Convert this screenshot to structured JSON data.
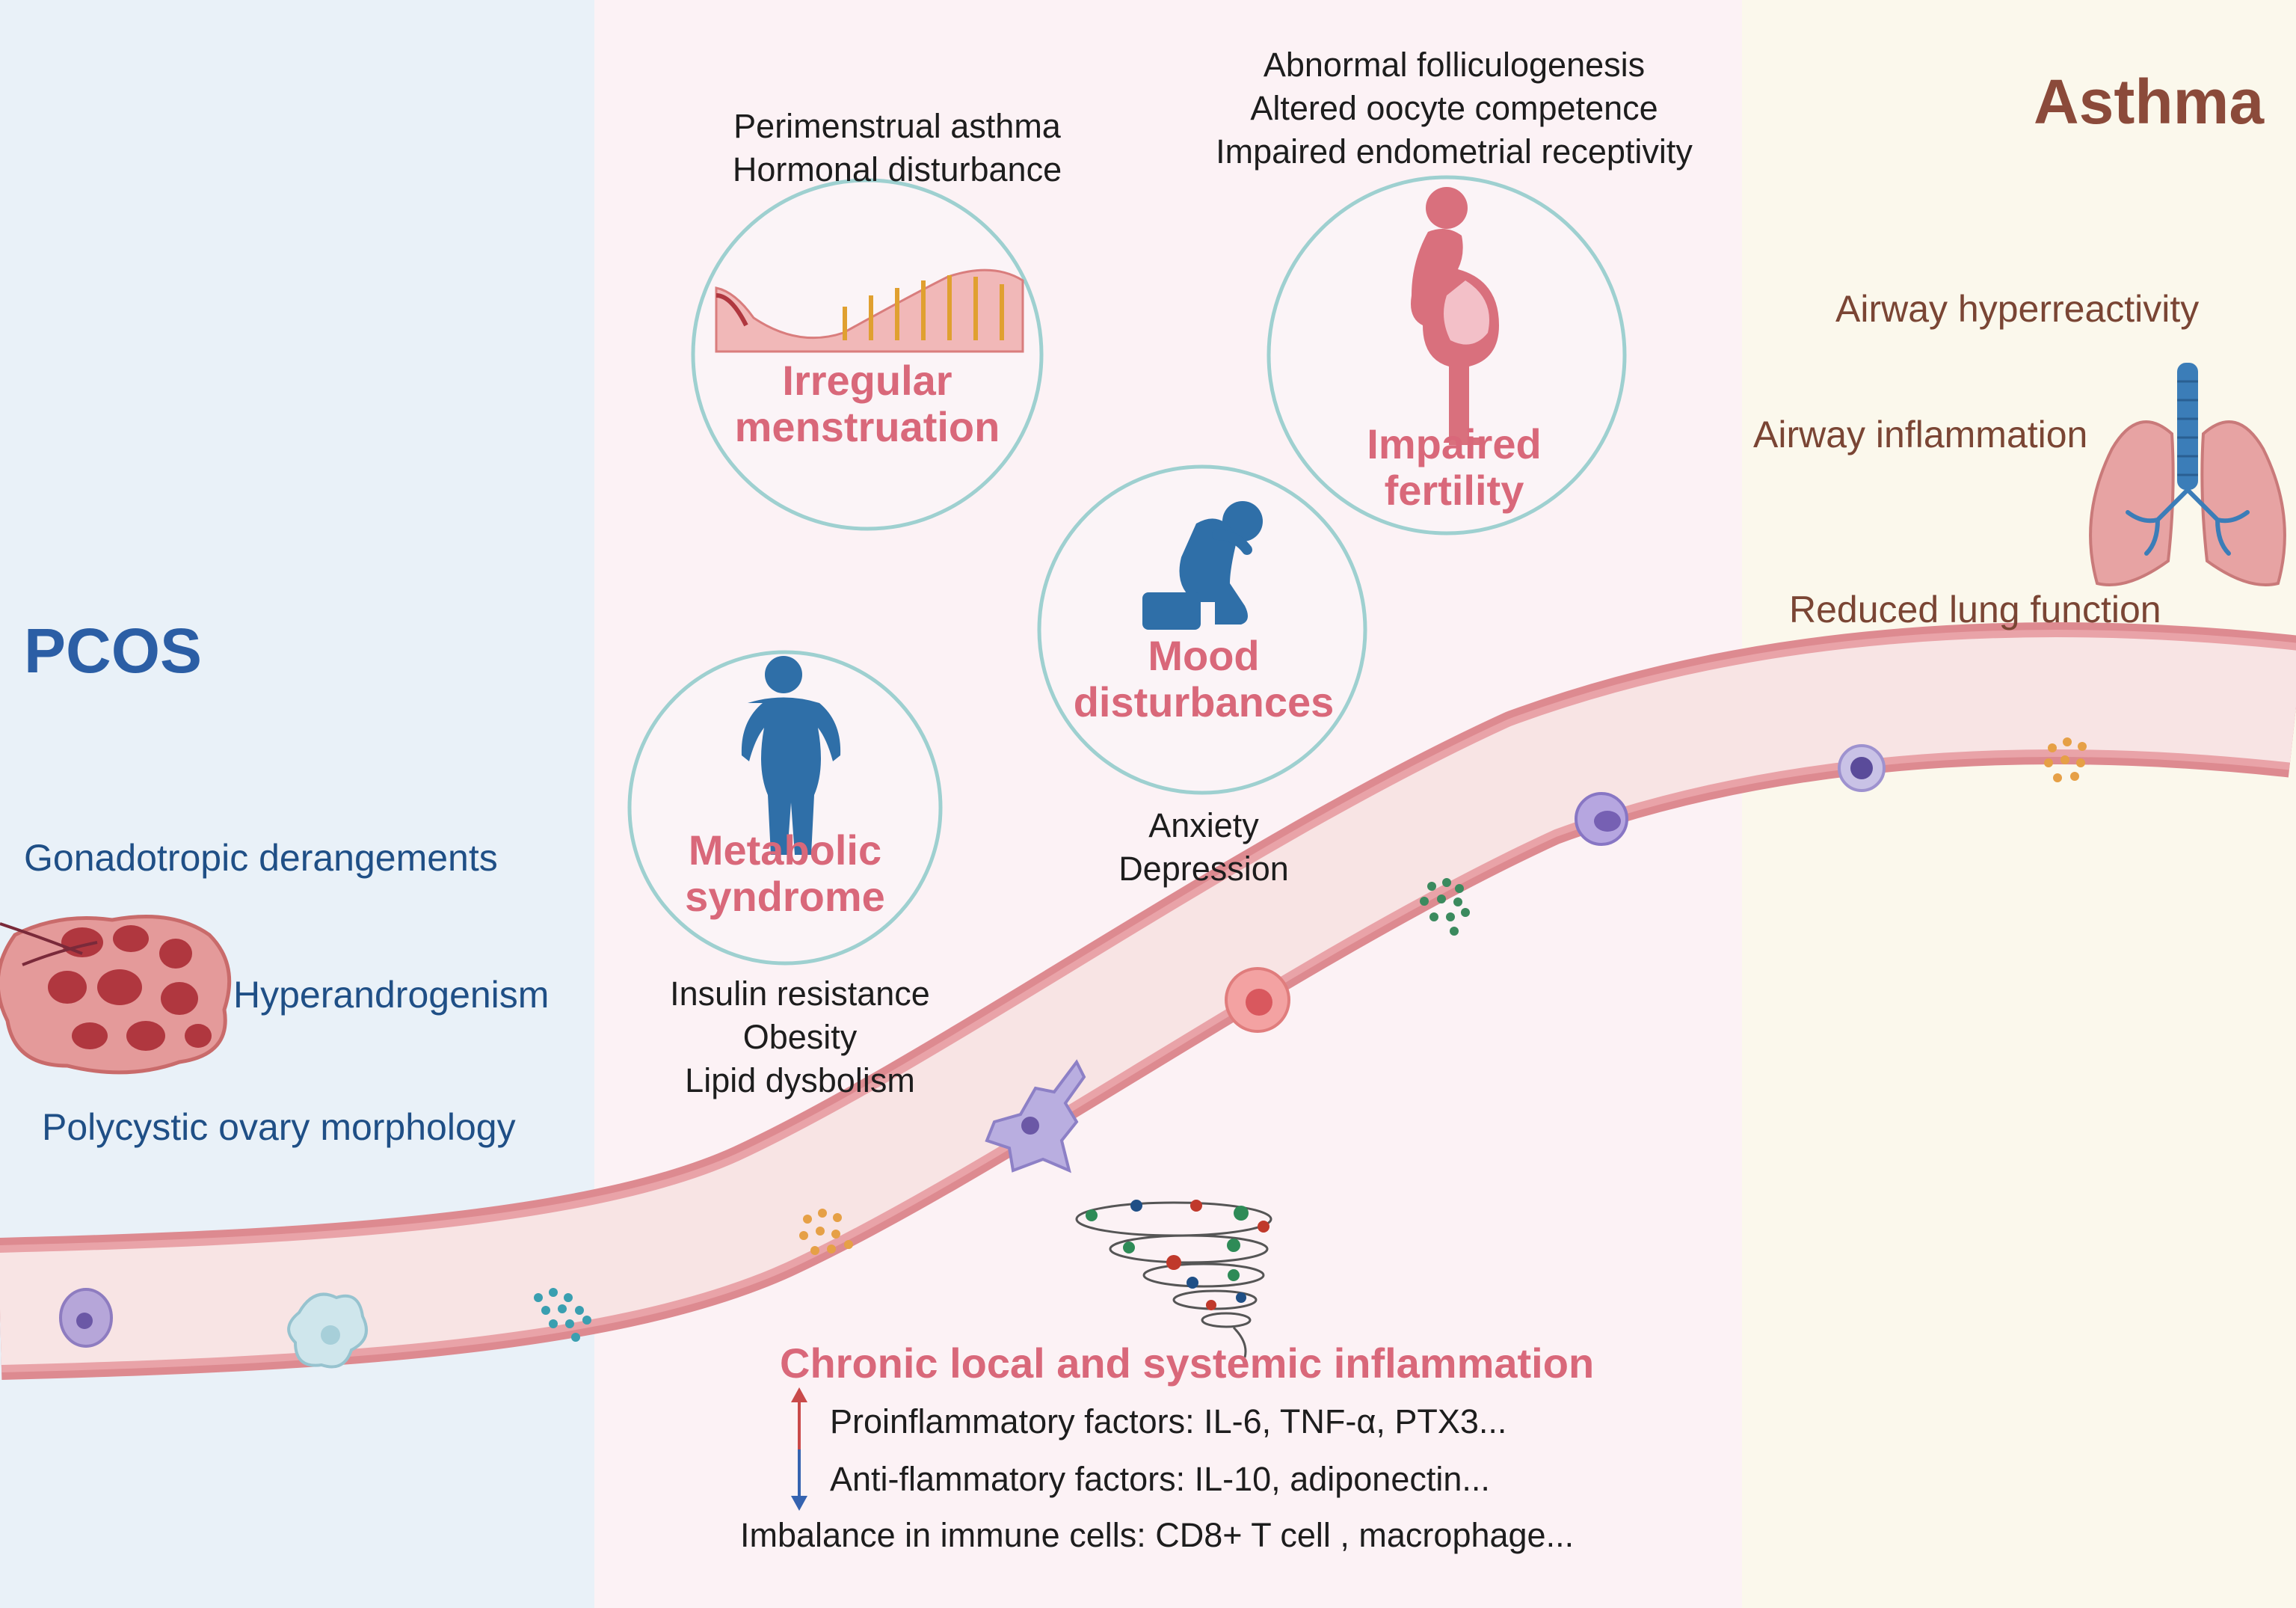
{
  "colors": {
    "left_bg": "#e9f1f8",
    "middle_bg": "#fcf2f5",
    "right_bg": "#fbf8ec",
    "pcos_title": "#2b5ea5",
    "asthma_title": "#8b4a3a",
    "feature_pink": "#d9687a",
    "vessel_wall": "#dd8a90",
    "vessel_lumen": "#f8e4e4",
    "arrow_up": "#c94a4a",
    "arrow_down": "#3563b0"
  },
  "pcos": {
    "title": "PCOS",
    "features": [
      "Gonadotropic derangements",
      "Hyperandrogenism",
      "Polycystic ovary morphology"
    ],
    "icon": "ovary-icon"
  },
  "asthma": {
    "title": "Asthma",
    "features": [
      "Airway hyperreactivity",
      "Airway inflammation",
      "Reduced lung function"
    ],
    "icon": "lungs-icon"
  },
  "menstruation": {
    "label_line1": "Irregular",
    "label_line2": "menstruation",
    "notes": [
      "Perimenstrual asthma",
      "Hormonal disturbance"
    ],
    "icon": "endometrium-icon"
  },
  "fertility": {
    "label_line1": "Impaired",
    "label_line2": "fertility",
    "notes": [
      "Abnormal folliculogenesis",
      "Altered oocyte competence",
      "Impaired endometrial receptivity"
    ],
    "icon": "pregnant-woman-icon"
  },
  "mood": {
    "label_line1": "Mood",
    "label_line2": "disturbances",
    "notes": [
      "Anxiety",
      "Depression"
    ],
    "icon": "distressed-person-icon"
  },
  "metabolic": {
    "label_line1": "Metabolic",
    "label_line2": "syndrome",
    "notes": [
      "Insulin resistance",
      "Obesity",
      "Lipid dysbolism"
    ],
    "icon": "obese-person-icon"
  },
  "inflammation": {
    "title": "Chronic local and systemic inflammation",
    "proinflammatory": "Proinflammatory factors: IL-6, TNF-α, PTX3...",
    "antiinflammatory": "Anti-flammatory factors: IL-10, adiponectin...",
    "immune": "Imbalance in immune cells: CD8+ T cell , macrophage...",
    "icons": [
      "arrow-up-icon",
      "arrow-down-icon",
      "cytokine-storm-icon"
    ]
  }
}
